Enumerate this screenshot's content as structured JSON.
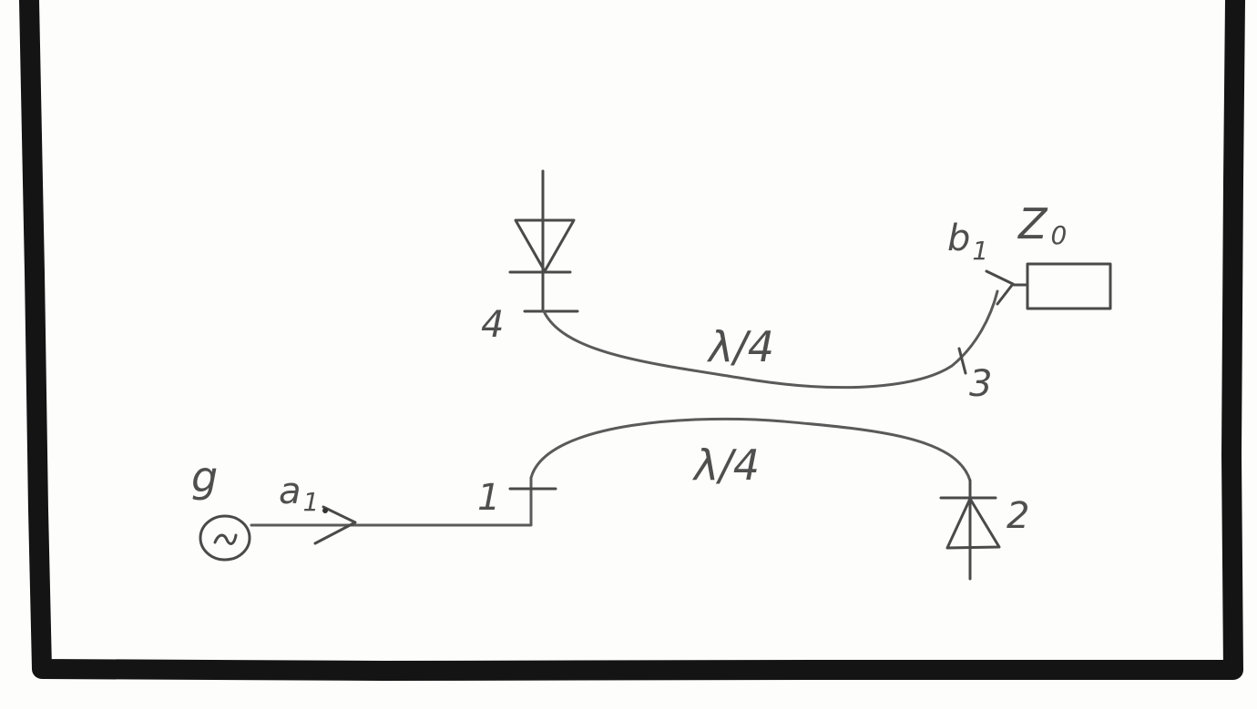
{
  "labels": {
    "source": "g",
    "incident_wave": "a",
    "incident_wave_sub": "1",
    "port_1": "1",
    "port_2": "2",
    "port_3": "3",
    "port_4": "4",
    "reflected_wave": "b",
    "reflected_wave_sub": "1",
    "load": "Z",
    "load_sub": "0",
    "upper_line": "λ/4",
    "lower_line": "λ/4"
  },
  "colors": {
    "frame": "#141414",
    "ink": "#4a4a4a",
    "paper": "#fdfdfb"
  },
  "icons": {
    "source": "ac-source-icon",
    "diode": "diode-icon",
    "load": "load-resistor-icon",
    "arrow": "arrow-icon"
  }
}
